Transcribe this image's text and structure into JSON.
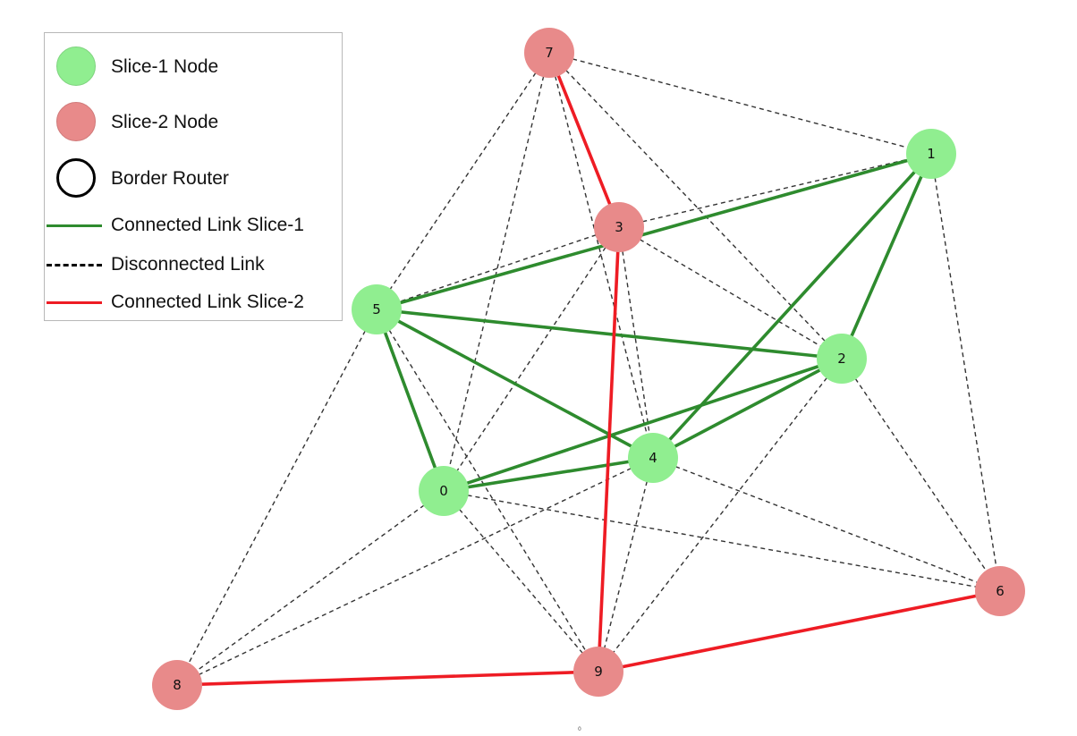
{
  "legend": {
    "items": [
      {
        "label": "Slice-1 Node",
        "kind": "node",
        "color": "#90ee90"
      },
      {
        "label": "Slice-2 Node",
        "kind": "node",
        "color": "#e88a8a"
      },
      {
        "label": "Border Router",
        "kind": "ring",
        "color": "#000000"
      },
      {
        "label": "Connected Link Slice-1",
        "kind": "solid",
        "color": "#2e8b2e"
      },
      {
        "label": "Disconnected Link",
        "kind": "dashed",
        "color": "#000000"
      },
      {
        "label": "Connected Link Slice-2",
        "kind": "solid",
        "color": "#ee1c24"
      }
    ]
  },
  "colors": {
    "slice1_node": "#90ee90",
    "slice2_node": "#e88a8a",
    "slice1_link": "#2e8b2e",
    "slice2_link": "#ee1c24",
    "disconnected_link": "#333333"
  },
  "graph": {
    "nodes": [
      {
        "id": "0",
        "slice": 1
      },
      {
        "id": "1",
        "slice": 1
      },
      {
        "id": "2",
        "slice": 1
      },
      {
        "id": "3",
        "slice": 2
      },
      {
        "id": "4",
        "slice": 1
      },
      {
        "id": "5",
        "slice": 1
      },
      {
        "id": "6",
        "slice": 2
      },
      {
        "id": "7",
        "slice": 2
      },
      {
        "id": "8",
        "slice": 2
      },
      {
        "id": "9",
        "slice": 2
      }
    ],
    "edges": [
      {
        "source": "7",
        "target": "1",
        "type": "disconnected"
      },
      {
        "source": "7",
        "target": "5",
        "type": "disconnected"
      },
      {
        "source": "7",
        "target": "0",
        "type": "disconnected"
      },
      {
        "source": "7",
        "target": "4",
        "type": "disconnected"
      },
      {
        "source": "7",
        "target": "2",
        "type": "disconnected"
      },
      {
        "source": "3",
        "target": "1",
        "type": "disconnected"
      },
      {
        "source": "3",
        "target": "5",
        "type": "disconnected"
      },
      {
        "source": "3",
        "target": "0",
        "type": "disconnected"
      },
      {
        "source": "3",
        "target": "4",
        "type": "disconnected"
      },
      {
        "source": "3",
        "target": "2",
        "type": "disconnected"
      },
      {
        "source": "1",
        "target": "6",
        "type": "disconnected"
      },
      {
        "source": "5",
        "target": "8",
        "type": "disconnected"
      },
      {
        "source": "5",
        "target": "9",
        "type": "disconnected"
      },
      {
        "source": "0",
        "target": "8",
        "type": "disconnected"
      },
      {
        "source": "0",
        "target": "9",
        "type": "disconnected"
      },
      {
        "source": "0",
        "target": "6",
        "type": "disconnected"
      },
      {
        "source": "4",
        "target": "8",
        "type": "disconnected"
      },
      {
        "source": "4",
        "target": "9",
        "type": "disconnected"
      },
      {
        "source": "4",
        "target": "6",
        "type": "disconnected"
      },
      {
        "source": "2",
        "target": "6",
        "type": "disconnected"
      },
      {
        "source": "2",
        "target": "9",
        "type": "disconnected"
      },
      {
        "source": "5",
        "target": "1",
        "type": "slice1"
      },
      {
        "source": "5",
        "target": "2",
        "type": "slice1"
      },
      {
        "source": "5",
        "target": "4",
        "type": "slice1"
      },
      {
        "source": "5",
        "target": "0",
        "type": "slice1"
      },
      {
        "source": "1",
        "target": "2",
        "type": "slice1"
      },
      {
        "source": "1",
        "target": "4",
        "type": "slice1"
      },
      {
        "source": "2",
        "target": "0",
        "type": "slice1"
      },
      {
        "source": "2",
        "target": "4",
        "type": "slice1"
      },
      {
        "source": "0",
        "target": "4",
        "type": "slice1"
      },
      {
        "source": "7",
        "target": "3",
        "type": "slice2"
      },
      {
        "source": "3",
        "target": "9",
        "type": "slice2"
      },
      {
        "source": "8",
        "target": "9",
        "type": "slice2"
      },
      {
        "source": "9",
        "target": "6",
        "type": "slice2"
      }
    ]
  },
  "footnote": "0"
}
